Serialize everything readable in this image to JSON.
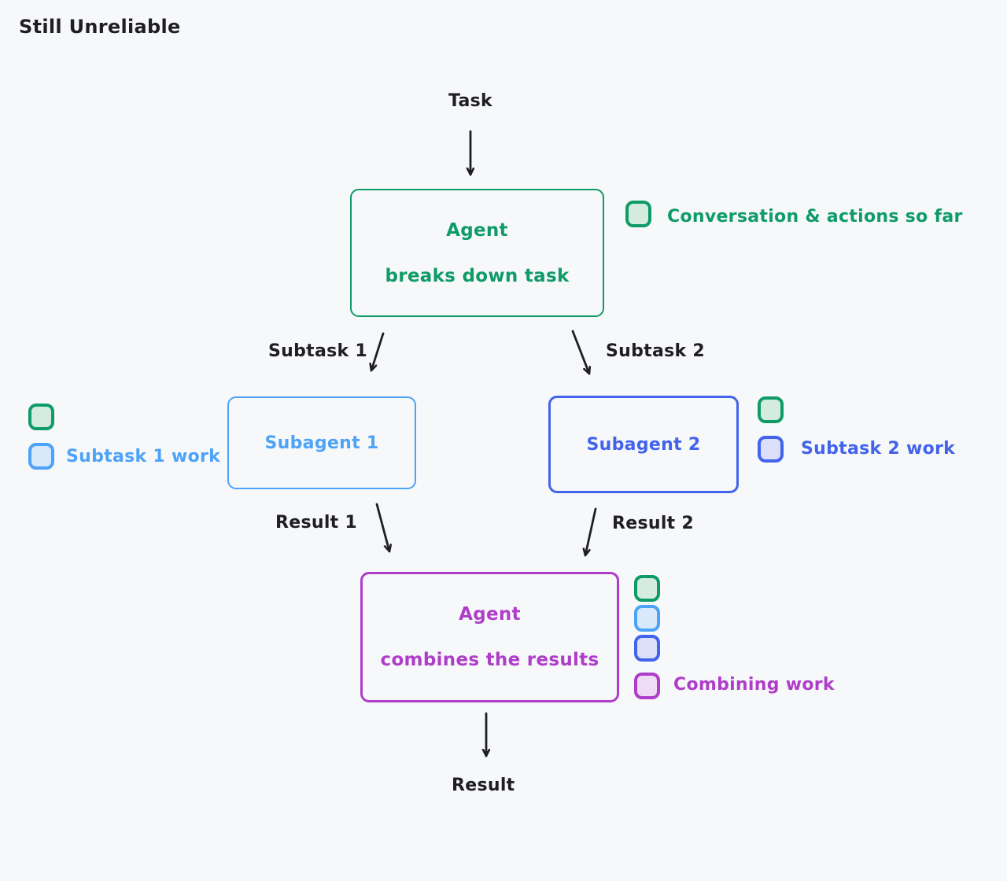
{
  "title": "Still Unreliable",
  "colors": {
    "ink": "#1e1e23",
    "green": "#0f9b68",
    "green_fill": "#d3ecdf",
    "blue": "#4da3f7",
    "blue_fill": "#d9e9fb",
    "indigo": "#4263eb",
    "indigo_fill": "#dcdff8",
    "purple": "#ae3ec9",
    "purple_fill": "#eedcf4",
    "background": "#f7f8fa"
  },
  "nodes": {
    "agent_breakdown": {
      "title": "Agent",
      "subtitle": "breaks down task"
    },
    "subagent1": {
      "label": "Subagent 1"
    },
    "subagent2": {
      "label": "Subagent 2"
    },
    "agent_combine": {
      "title": "Agent",
      "subtitle": "combines the results"
    }
  },
  "edges": {
    "task": "Task",
    "subtask1": "Subtask 1",
    "subtask2": "Subtask 2",
    "result1": "Result 1",
    "result2": "Result 2",
    "result": "Result"
  },
  "legends": {
    "conversation": {
      "label": "Conversation & actions so far"
    },
    "subtask1_work": {
      "label": "Subtask 1 work"
    },
    "subtask2_work": {
      "label": "Subtask 2 work"
    },
    "combining_work": {
      "label": "Combining work"
    }
  }
}
